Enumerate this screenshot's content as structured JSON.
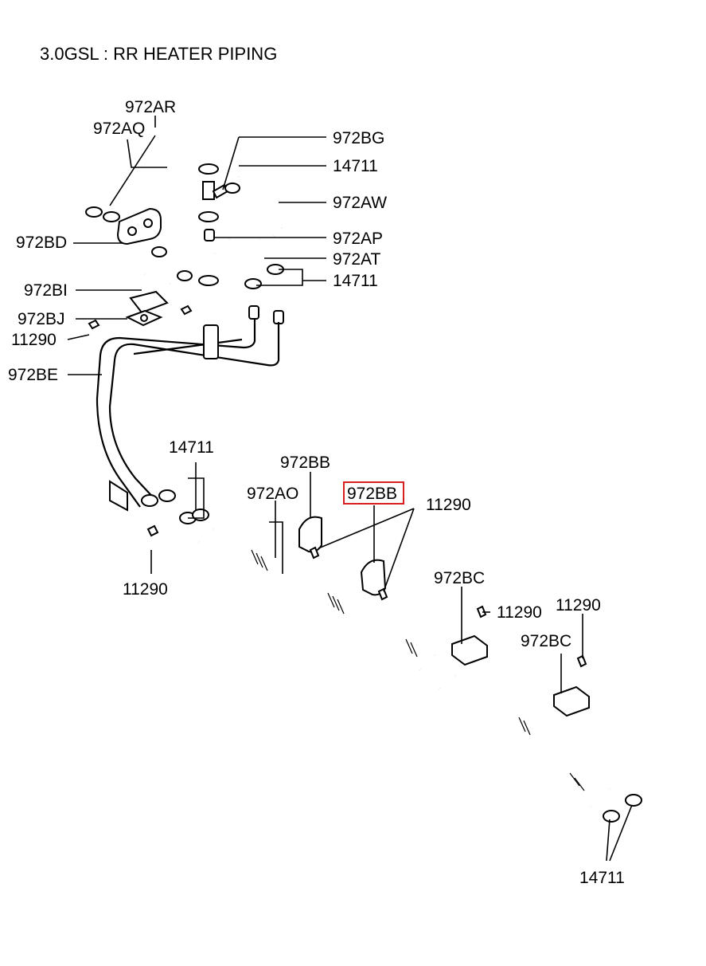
{
  "title": "3.0GSL : RR HEATER PIPING",
  "labels": {
    "l972AR": "972AR",
    "l972AQ": "972AQ",
    "l972BG": "972BG",
    "l14711_a": "14711",
    "l972AW": "972AW",
    "l972BD": "972BD",
    "l972AP": "972AP",
    "l972AT": "972AT",
    "l14711_b": "14711",
    "l972BI": "972BI",
    "l972BJ": "972BJ",
    "l11290_a": "11290",
    "l972BE": "972BE",
    "l14711_c": "14711",
    "l972BB_a": "972BB",
    "l972AO": "972AO",
    "l972BB_b": "972BB",
    "l11290_b": "11290",
    "l11290_c": "11290",
    "l972BC_a": "972BC",
    "l11290_d": "11290",
    "l11290_e": "11290",
    "l972BC_b": "972BC",
    "l14711_d": "14711"
  },
  "highlighted_label": "972BB",
  "colors": {
    "highlight": "#d81e1e",
    "line": "#000000",
    "background": "#ffffff"
  }
}
